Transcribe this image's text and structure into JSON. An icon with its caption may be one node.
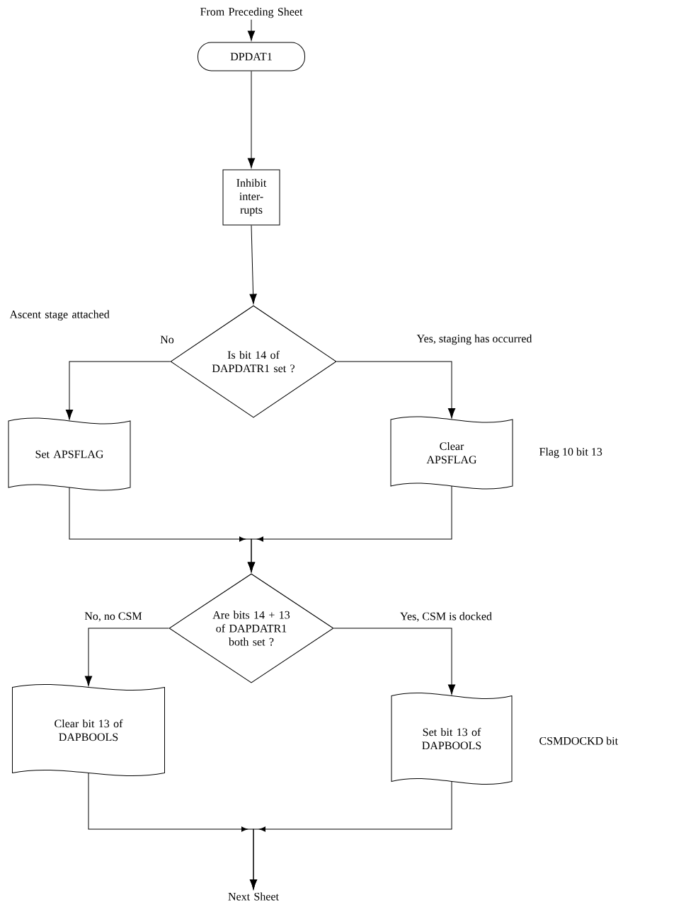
{
  "diagram": {
    "nodes": [
      {
        "text": [
          "From Preceding Sheet"
        ]
      },
      {
        "text": [
          "DPDAT1"
        ]
      },
      {
        "text": [
          "Inhibit inter- rupts"
        ]
      },
      {
        "text": [
          "Is bit 14 of DAPDATR1 set ?"
        ]
      },
      {
        "text": [
          "Set APSFLAG"
        ]
      },
      {
        "text": [
          "Clear APSFLAG"
        ],
        "beside": [
          "Flag 10 bit 13"
        ]
      },
      {
        "text": [
          "Are bits 14 + 13 of DAPDATR1 both set ?"
        ]
      },
      {
        "text": [
          "Clear bit 13 of DAPBOOLS"
        ]
      },
      {
        "text": [
          "Set bit 13 of DAPBOOLS"
        ],
        "beside": [
          "CSMDOCKD bit"
        ]
      },
      {
        "text": [
          "Next Sheet"
        ]
      }
    ],
    "edges": [
      {
        "from": 0,
        "to": 1,
        "arrow": "to"
      },
      {
        "from": 1,
        "to": 2,
        "arrow": "to"
      },
      {
        "from": 2,
        "to": 3,
        "arrow": "to"
      },
      {
        "from": 3,
        "to": 4,
        "arrow": "to",
        "label": "No"
      },
      {
        "from": 3,
        "to": 5,
        "arrow": "to",
        "label": "Yes, staging has occurred"
      },
      {
        "from": 4,
        "to": 6,
        "arrow": "to"
      },
      {
        "from": 5,
        "to": 6,
        "arrow": "to"
      },
      {
        "from": 6,
        "to": 7,
        "arrow": "to",
        "label": "No, no CSM"
      },
      {
        "from": 6,
        "to": 8,
        "arrow": "to",
        "label": "Yes, CSM is docked"
      },
      {
        "from": 7,
        "to": 9,
        "arrow": "to"
      },
      {
        "from": 8,
        "to": 9,
        "arrow": "to"
      }
    ],
    "labels": [
      "Ascent stage attached"
    ]
  }
}
